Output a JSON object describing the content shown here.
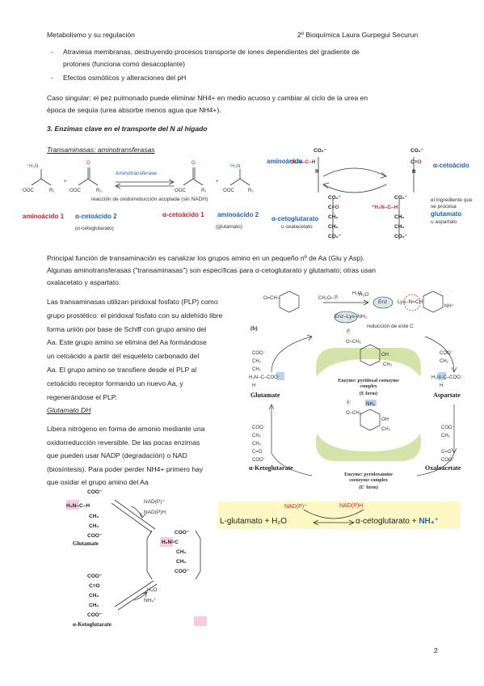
{
  "header": {
    "left": "Metabolismo y su regulación",
    "right": "2º Bioquímica Laura Gurpegui Securun"
  },
  "bullets": [
    "Atraviesa membranas, destruyendo procesos transporte de iones dependientes del gradiente de",
    "protones (funciona como desacoplante)",
    "Efectos osmóticos y alteraciones del pH"
  ],
  "caso": [
    "Caso singular: el pez pulmonado puede eliminar NH4+ en medio acuoso y cambiar al ciclo de la urea en",
    "época de sequía (urea absorbe menos agua que NH4+)."
  ],
  "section_title": "3. Enzimas clave en el transporte del N al hígado",
  "transaminasas_title": "Transaminasas: aminotransferasas",
  "fig1": {
    "enzyme": "Aminotransferase",
    "caption": "reacción de oxidorreducción acoplada (sin NADH)",
    "aa1": "aminoácido 1",
    "keto2": "α-cetoácido 2",
    "keto1": "α-cetoácido 1",
    "aa2": "aminoácido 2",
    "sub1": "(α-cetoglutarato)",
    "sub2": "(glutamato)"
  },
  "fig2": {
    "aminoacido": "aminoácido",
    "cetoacido": "α-cetoácido",
    "cetoglutarato": "α-cetoglutarato",
    "cetoglutarato_sub": "u oxalacetato",
    "glutamato": "glutamato",
    "glutamato_sub": "u aspartato",
    "note": "el ingrediente que se procesa"
  },
  "principal": [
    "Principal función de transaminación es canalizar los grupos amino en un pequeño nº de Aa (Glu y Asp).",
    "Algunas aminotransferasas (\"transaminasas\") son específicas para α-cetoglutarato y glutamato; otras usan",
    "oxalacetato y aspartato."
  ],
  "plp": [
    "Las transaminasas utilizan piridoxal fosfato (PLP) como",
    "grupo prostético: el piridoxal fosfato con su aldehído libre",
    "forma unión por base de Schiff con grupo amino del",
    "Aa. Este grupo amino se elimina del Aa formándose",
    "un cetoácido a partir del esqueleto carbonado del",
    "Aa. El grupo amino se transfiere desde el PLP al",
    "cetoácido receptor formando un nuevo Aa, y",
    "regenerándose el PLP."
  ],
  "gdh_title": "Glutamato DH",
  "gdh": [
    "Libera nitrógeno en forma de amonio mediante una",
    "oxidorreducción reversible. De las pocas enzimas",
    "que pueden usar NADP (degradación) o NAD",
    "(biosíntesis).  Para poder perder NH4+ primero hay",
    "que oxidar el grupo amino del Aa"
  ],
  "fig3": {
    "b": "(b)",
    "reduccion": "reducción de este C",
    "glutamate": "Glutamate",
    "aspartate": "Aspartate",
    "ketoglutarate": "α-Ketoglutarate",
    "oxaloacetate": "Oxaloacetate",
    "enzyme_e": "Enzyme: pyridoxal coenzyme complex",
    "e_form": "(E form)",
    "enzyme_e2": "Enzyme: pyridoxamine coenzyme complex",
    "e2_form": "(E′ form)",
    "enz": "Enz",
    "lys": "Enz–Lys–NH₂",
    "lys2": "Lys–N=CH",
    "h2o": "H₂O"
  },
  "fig4": {
    "nadp": "NAD(P)⁺",
    "nadph": "NAD(P)H",
    "glutamate": "Glutamate",
    "h2o": "H₂O",
    "nh4": "NH₄⁺",
    "ketoglutarate": "α-Ketoglutarate"
  },
  "fig5": {
    "nadp": "NAD(P)⁺",
    "nadph": "NAD(P)H",
    "left": "L-glutamato + H₂O",
    "right": "α-cetoglutarato + ",
    "nh4": "NH₄⁺"
  },
  "page_number": "2"
}
